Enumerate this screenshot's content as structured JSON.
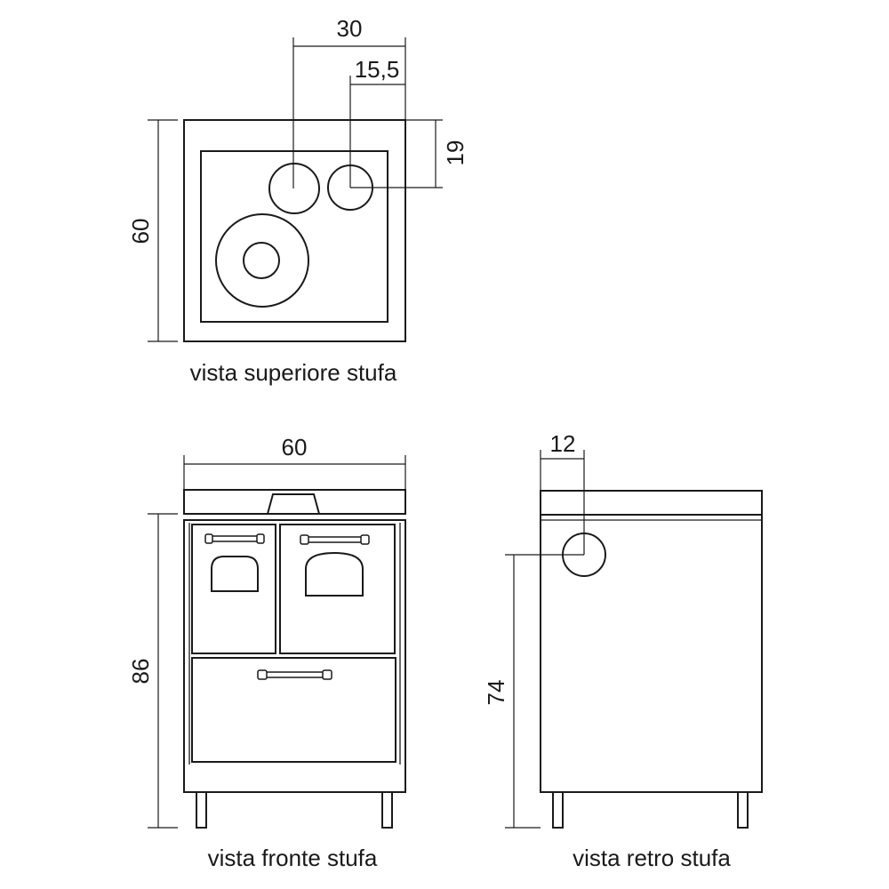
{
  "top_view": {
    "caption": "vista superiore stufa",
    "dim_width": "30",
    "dim_offset": "15,5",
    "dim_depth": "19",
    "dim_height": "60"
  },
  "front_view": {
    "caption": "vista fronte stufa",
    "dim_width": "60",
    "dim_height": "86"
  },
  "rear_view": {
    "caption": "vista retro stufa",
    "dim_offset": "12",
    "dim_height": "74"
  }
}
